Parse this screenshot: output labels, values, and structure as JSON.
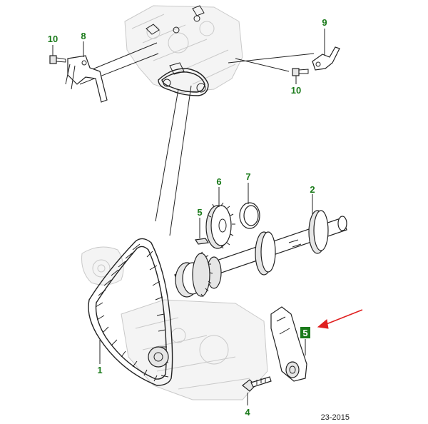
{
  "callouts": [
    {
      "id": "c10a",
      "text": "10"
    },
    {
      "id": "c8",
      "text": "8"
    },
    {
      "id": "c9",
      "text": "9"
    },
    {
      "id": "c10b",
      "text": "10"
    },
    {
      "id": "c6",
      "text": "6"
    },
    {
      "id": "c7",
      "text": "7"
    },
    {
      "id": "c2",
      "text": "2"
    },
    {
      "id": "c5a",
      "text": "5"
    },
    {
      "id": "c5b",
      "text": "5"
    },
    {
      "id": "c1",
      "text": "1"
    },
    {
      "id": "c4",
      "text": "4"
    }
  ],
  "figure_code": "23-2015",
  "colors": {
    "callout": "#1a7a1a",
    "arrow": "#e02020",
    "line": "#222222",
    "ghost": "#c9c9c9"
  }
}
